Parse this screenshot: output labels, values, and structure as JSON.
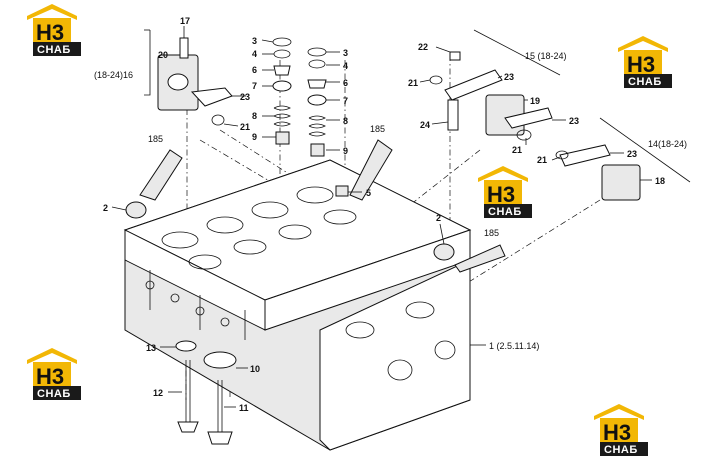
{
  "callouts": [
    {
      "id": "c17",
      "text": "17"
    },
    {
      "id": "c20",
      "text": "20"
    },
    {
      "id": "c16",
      "text": "(18-24)16"
    },
    {
      "id": "c23a",
      "text": "23"
    },
    {
      "id": "c21a",
      "text": "21"
    },
    {
      "id": "c185a",
      "text": "185"
    },
    {
      "id": "c2a",
      "text": "2"
    },
    {
      "id": "c3a",
      "text": "3"
    },
    {
      "id": "c4a",
      "text": "4"
    },
    {
      "id": "c6a",
      "text": "6"
    },
    {
      "id": "c7a",
      "text": "7"
    },
    {
      "id": "c8a",
      "text": "8"
    },
    {
      "id": "c9a",
      "text": "9"
    },
    {
      "id": "c3b",
      "text": "3"
    },
    {
      "id": "c4b",
      "text": "4"
    },
    {
      "id": "c6b",
      "text": "6"
    },
    {
      "id": "c7b",
      "text": "7"
    },
    {
      "id": "c8b",
      "text": "8"
    },
    {
      "id": "c9b",
      "text": "9"
    },
    {
      "id": "c185b",
      "text": "185"
    },
    {
      "id": "c5",
      "text": "5"
    },
    {
      "id": "c22",
      "text": "22"
    },
    {
      "id": "c15",
      "text": "15 (18-24)"
    },
    {
      "id": "c21b",
      "text": "21"
    },
    {
      "id": "c23b",
      "text": "23"
    },
    {
      "id": "c19",
      "text": "19"
    },
    {
      "id": "c24",
      "text": "24"
    },
    {
      "id": "c23c",
      "text": "23"
    },
    {
      "id": "c21c",
      "text": "21"
    },
    {
      "id": "c14",
      "text": "14(18-24)"
    },
    {
      "id": "c21d",
      "text": "21"
    },
    {
      "id": "c23d",
      "text": "23"
    },
    {
      "id": "c18",
      "text": "18"
    },
    {
      "id": "c2b",
      "text": "2"
    },
    {
      "id": "c185c",
      "text": "185"
    },
    {
      "id": "c1",
      "text": "1 (2.5.11.14)"
    },
    {
      "id": "c13",
      "text": "13"
    },
    {
      "id": "c10",
      "text": "10"
    },
    {
      "id": "c12",
      "text": "12"
    },
    {
      "id": "c11",
      "text": "11"
    }
  ],
  "watermark": {
    "logo_letters": "H3",
    "logo_caption": "СНАБ",
    "color_primary": "#f2b705",
    "color_dark": "#1a1a1a"
  }
}
